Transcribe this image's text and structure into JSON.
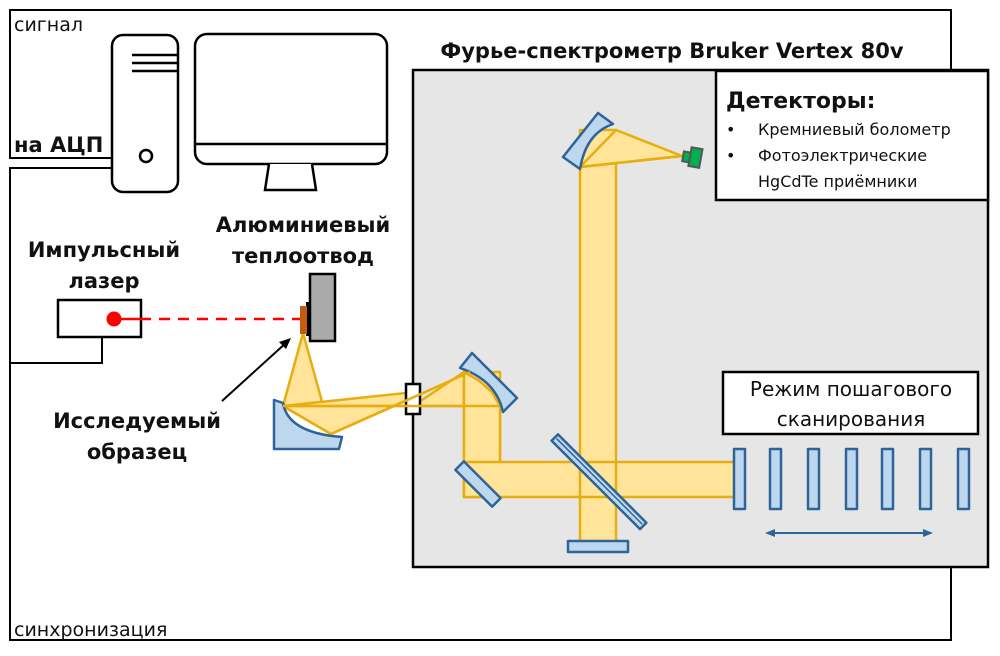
{
  "labels": {
    "signal": "сигнал",
    "adc": "на АЦП",
    "sync": "синхронизация",
    "laser_line1": "Импульсный",
    "laser_line2": "лазер",
    "heatsink_line1": "Алюминиевый",
    "heatsink_line2": "теплоотвод",
    "sample_line1": "Исследуемый",
    "sample_line2": "образец",
    "spectrometer_title": "Фурье-спектрометр Bruker Vertex 80v",
    "step_scan_line1": "Режим пошагового",
    "step_scan_line2": "сканирования"
  },
  "detectors": {
    "title": "Детекторы:",
    "bullet": "•",
    "items": [
      "Кремниевый болометр",
      "Фотоэлектрические",
      "HgCdTe приёмники"
    ]
  },
  "colors": {
    "beam_fill": "#ffe49a",
    "beam_stroke": "#e8ae10",
    "mirror_fill": "#bdd7ee",
    "mirror_stroke": "#2e6497",
    "spectrometer_bg": "#e7e6e6",
    "laser_beam": "#ff0000",
    "sample": "#c55a11",
    "heatsink": "#aaaaaa",
    "detector": "#00b050"
  },
  "icons": {
    "computer": "desktop-tower-icon",
    "monitor": "monitor-icon",
    "detector": "detector-icon"
  }
}
